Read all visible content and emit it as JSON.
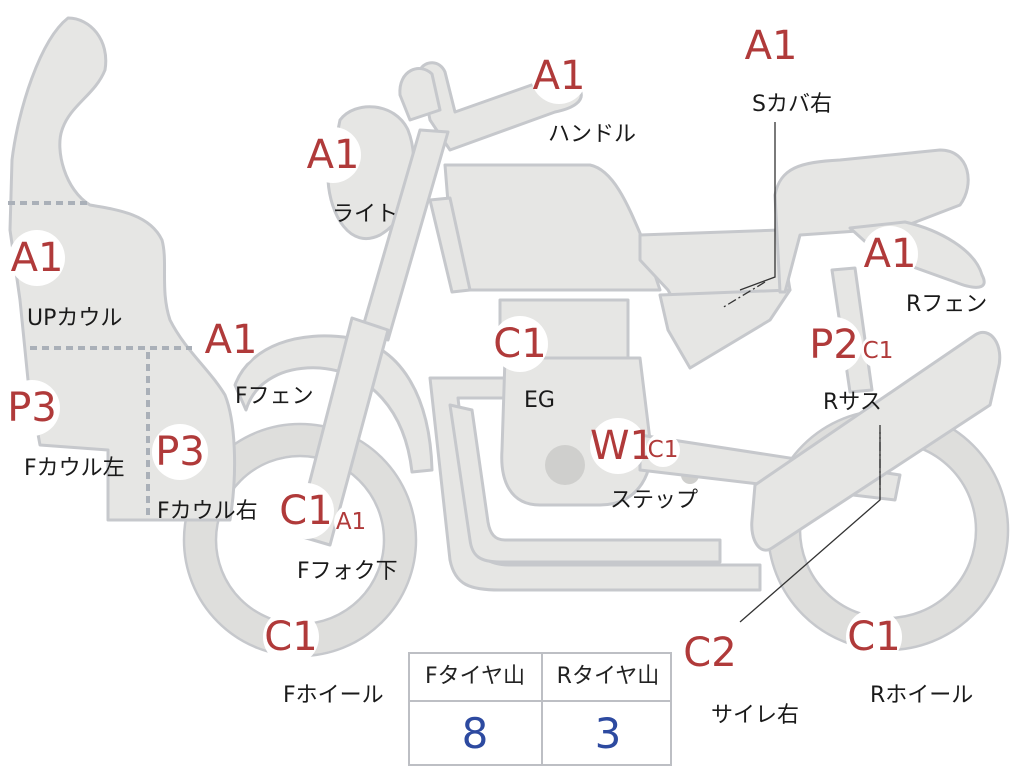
{
  "badges": [
    {
      "code": "A1",
      "size": "big"
    },
    {
      "code": "A1",
      "size": "big"
    },
    {
      "code": "A1",
      "size": "big"
    },
    {
      "code": "A1",
      "size": "big"
    },
    {
      "code": "A1",
      "size": "big"
    },
    {
      "code": "A1",
      "size": "big"
    },
    {
      "code": "P3",
      "size": "big"
    },
    {
      "code": "P3",
      "size": "big"
    },
    {
      "code": "C1",
      "size": "big"
    },
    {
      "code": "A1",
      "size": "small"
    },
    {
      "code": "C1",
      "size": "big"
    },
    {
      "code": "C1",
      "size": "big"
    },
    {
      "code": "W1",
      "size": "big"
    },
    {
      "code": "C1",
      "size": "small"
    },
    {
      "code": "P2",
      "size": "big"
    },
    {
      "code": "C1",
      "size": "small"
    },
    {
      "code": "C2",
      "size": "big"
    },
    {
      "code": "C1",
      "size": "big"
    }
  ],
  "labels": [
    "Sカバ右",
    "ハンドル",
    "ライト",
    "Rフェン",
    "UPカウル",
    "Fフェン",
    "Fカウル左",
    "Fカウル右",
    "EG",
    "Rサス",
    "ステップ",
    "Fフォク下",
    "Fホイール",
    "サイレ右",
    "Rホイール"
  ],
  "tire_table": {
    "headers": [
      "Fタイヤ山",
      "Rタイヤ山"
    ],
    "values": [
      "8",
      "3"
    ]
  },
  "colors": {
    "badge_text": "#b03a3a",
    "table_value": "#2d4aa0",
    "part_fill": "#e6e6e4",
    "part_outline": "#c6c8cc"
  }
}
